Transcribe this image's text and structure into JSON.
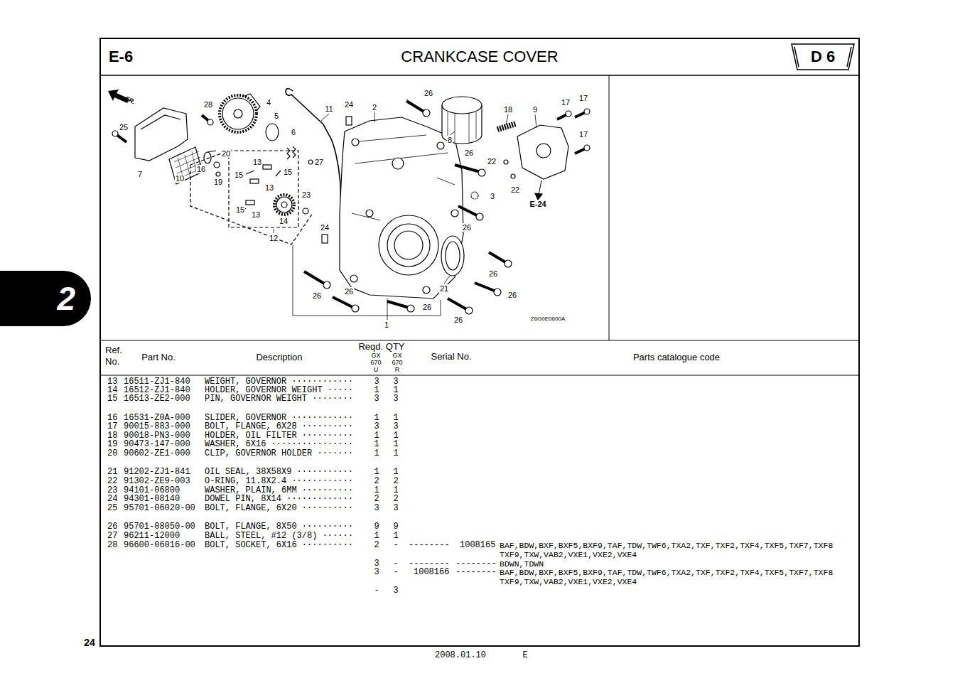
{
  "diagram": {
    "title": "CRANKCASE COVER",
    "nodes": [
      {
        "text": [
          "D 6"
        ]
      },
      {
        "text": [
          "2"
        ]
      }
    ],
    "labels": [
      "E-6",
      "FR.",
      "28",
      "4",
      "11",
      "24",
      "2",
      "26",
      "18",
      "9",
      "17",
      "17",
      "17",
      "25",
      "5",
      "6",
      "8",
      "26",
      "22",
      "22",
      "20",
      "13",
      "27",
      "15",
      "15",
      "16",
      "19",
      "7",
      "10",
      "13",
      "23",
      "3",
      "E-24",
      "15",
      "13",
      "14",
      "26",
      "24",
      "12",
      "26",
      "26",
      "26",
      "21",
      "26",
      "26",
      "26",
      "1",
      "Z6G0E0600A",
      "Ref. No.",
      "Part No.",
      "Description",
      "Reqd. QTY",
      "GX 670 U",
      "GX 670 R",
      "Serial No.",
      "Parts catalogue code",
      "13",
      "16511-ZJ1-840",
      "WEIGHT, GOVERNOR ············",
      "3",
      "3",
      "14",
      "16512-ZJ1-840",
      "HOLDER, GOVERNOR WEIGHT ·····",
      "1",
      "1",
      "15",
      "16513-ZE2-000",
      "PIN, GOVERNOR WEIGHT ········",
      "3",
      "3",
      "16",
      "16531-Z0A-000",
      "SLIDER, GOVERNOR ············",
      "1",
      "1",
      "17",
      "90015-883-000",
      "BOLT, FLANGE, 6X28 ··········",
      "3",
      "3",
      "18",
      "90018-PN3-000",
      "HOLDER, OIL FILTER ··········",
      "1",
      "1",
      "19",
      "90473-147-000",
      "WASHER, 6X16 ················",
      "1",
      "1",
      "20",
      "90602-ZE1-000",
      "CLIP, GOVERNOR HOLDER ·······",
      "1",
      "1",
      "21",
      "91202-ZJ1-841",
      "OIL SEAL, 38X58X9 ···········",
      "1",
      "1",
      "22",
      "91302-ZE9-003",
      "O-RING, 11.8X2.4 ············",
      "2",
      "2",
      "23",
      "94101-06800",
      "WASHER, PLAIN, 6MM ··········",
      "1",
      "1",
      "24",
      "94301-08140",
      "DOWEL PIN, 8X14 ·············",
      "2",
      "2",
      "25",
      "95701-06020-00",
      "BOLT, FLANGE, 6X20 ··········",
      "3",
      "3",
      "26",
      "95701-08050-00",
      "BOLT, FLANGE, 8X50 ··········",
      "9",
      "9",
      "27",
      "96211-12000",
      "BALL, STEEL, #12 (3/8) ······",
      "1",
      "1",
      "28",
      "96600-06016-00",
      "BOLT, SOCKET, 6X16 ··········",
      "2",
      "-",
      "--------",
      "1008165",
      "BAF,BDW,BXF,BXF5,BXF9,TAF,TDW,TWF6,TXA2,TXF,TXF2,TXF4,TXF5,TXF7,TXF8 TXF9,TXW,VAB2,VXE1,VXE2,VXE4",
      "3",
      "-",
      "--------",
      "--------",
      "BDWN,TDWN",
      "3",
      "-",
      "1008166",
      "--------",
      "BAF,BDW,BXF,BXF5,BXF9,TAF,TDW,TWF6,TXA2,TXF,TXF2,TXF4,TXF5,TXF7,TXF8 TXF9,TXW,VAB2,VXE1,VXE2,VXE4",
      "-",
      "3",
      "24",
      "2008.01.10",
      "E"
    ]
  }
}
